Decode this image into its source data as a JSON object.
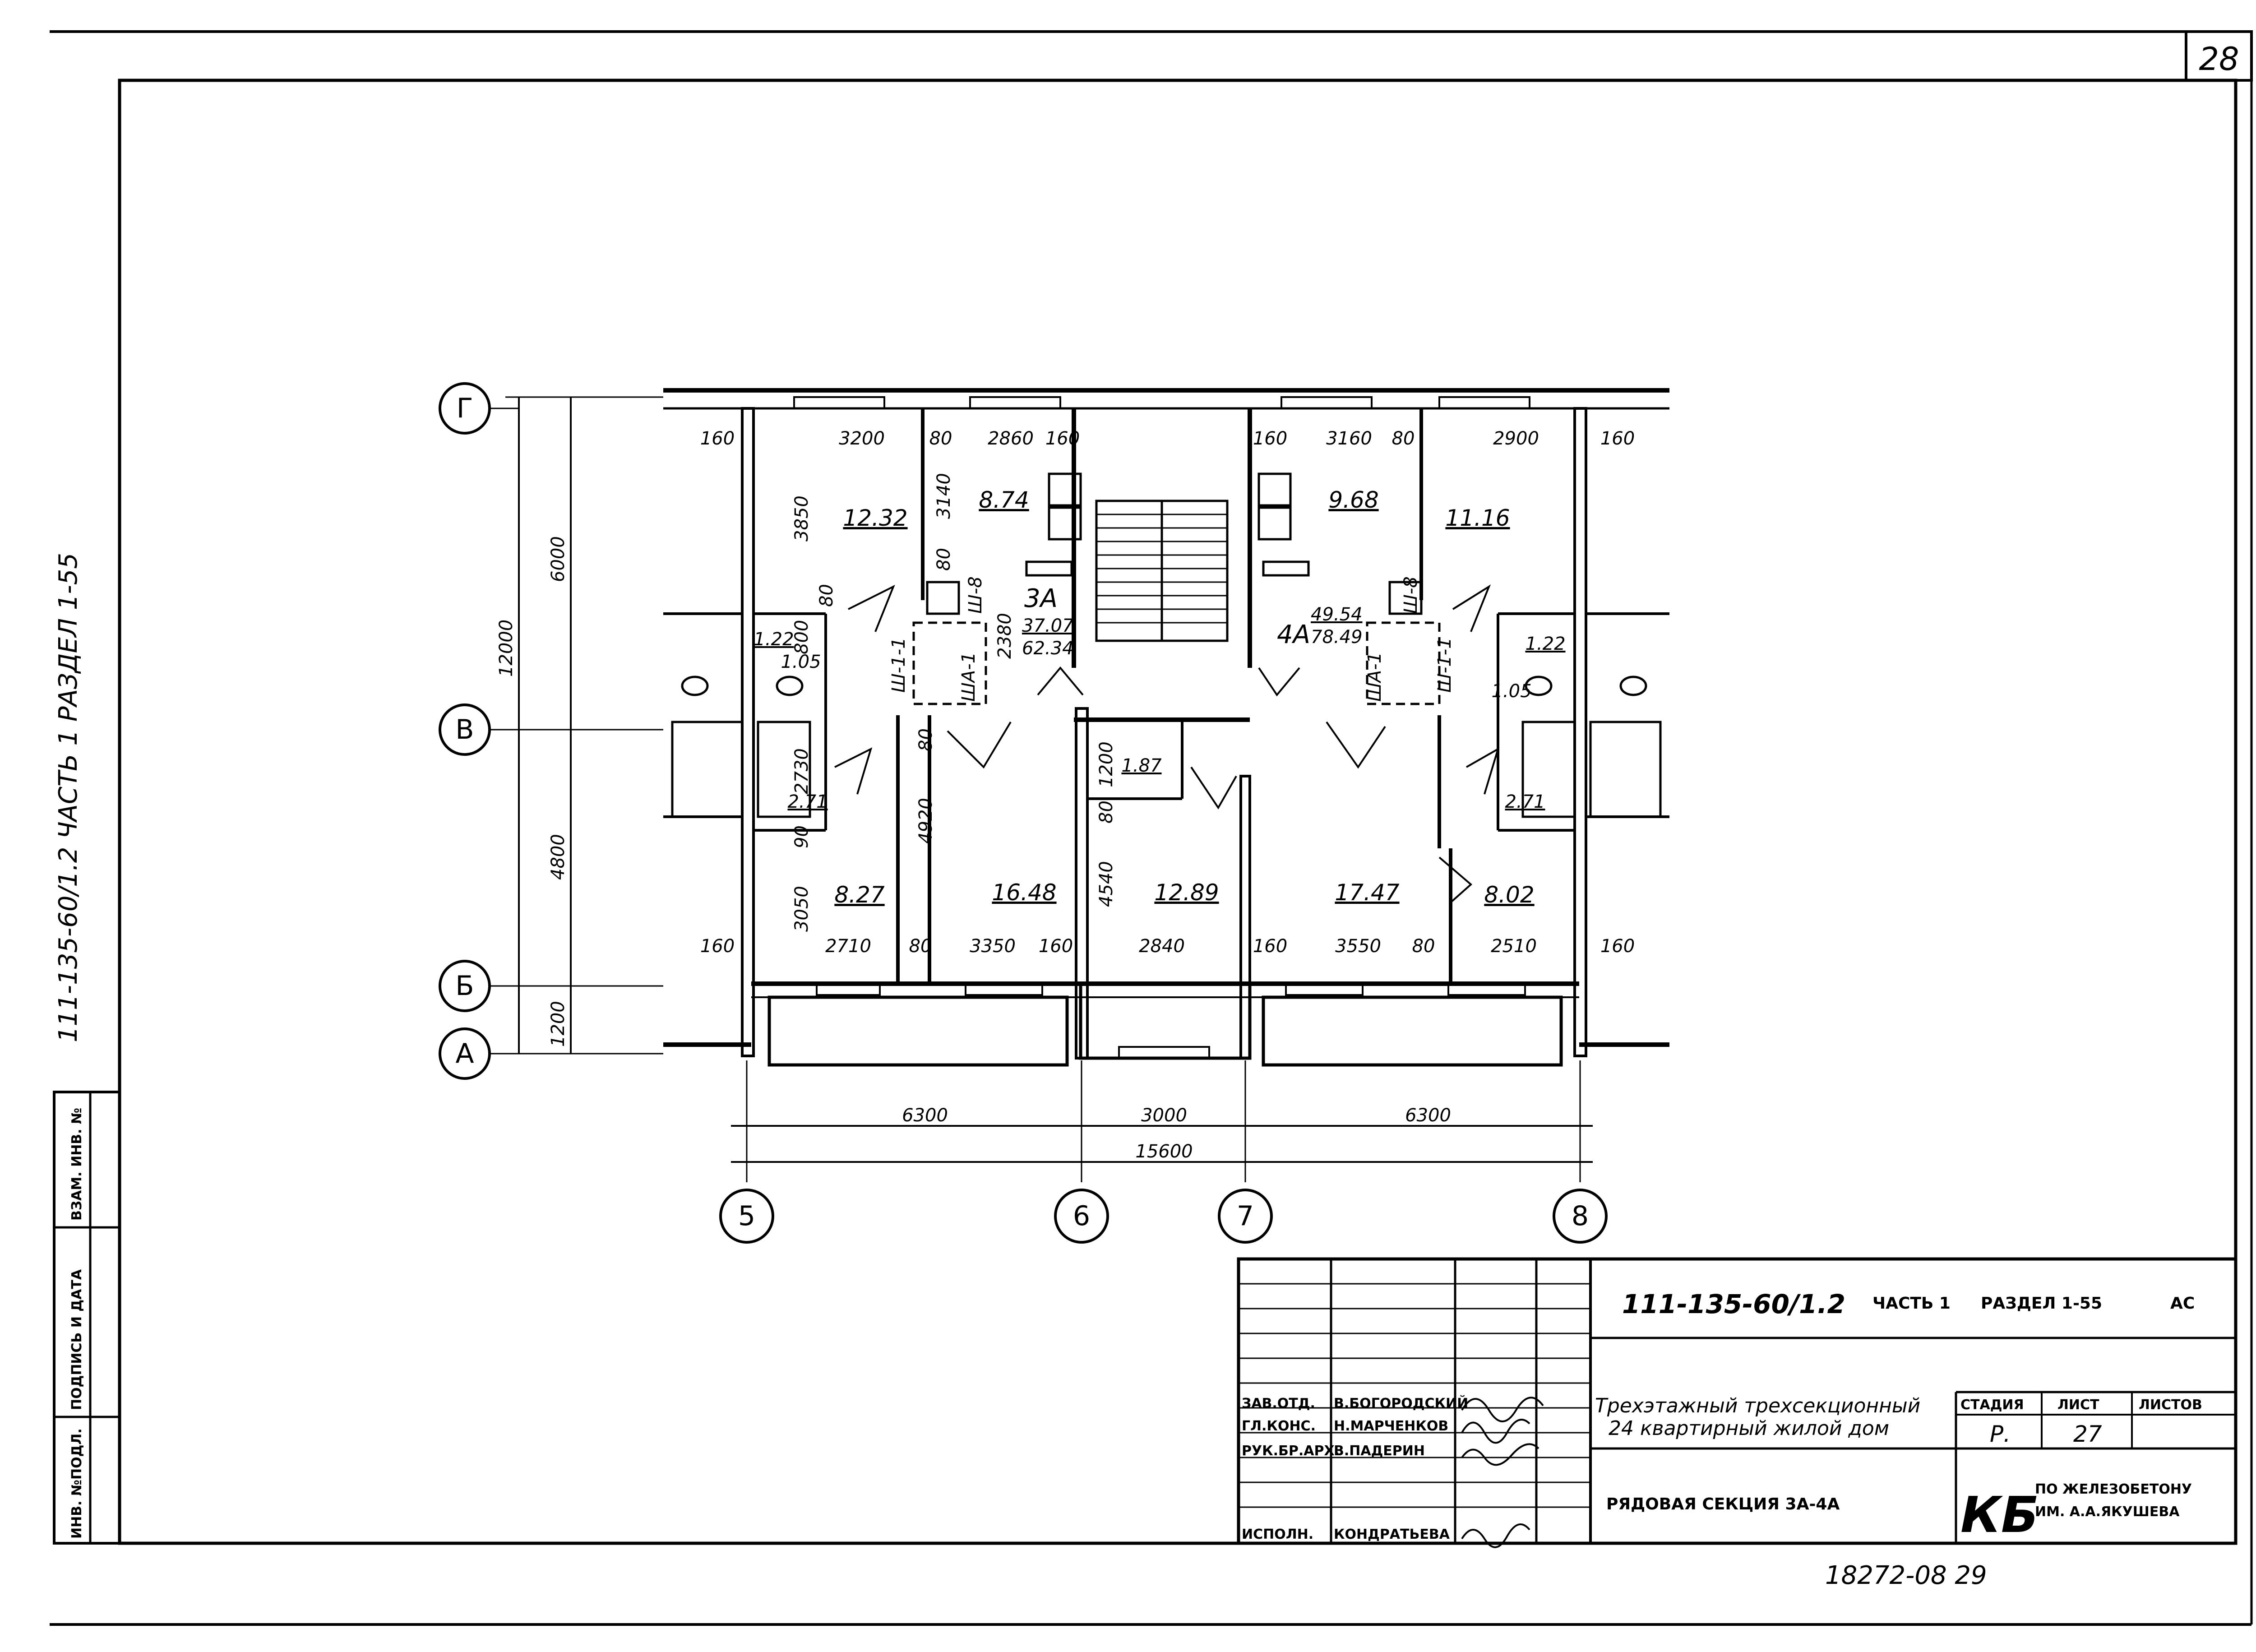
{
  "sheet": {
    "page_number": "28",
    "side_note": "111-135-60/1.2   ЧАСТЬ 1   РАЗДЕЛ 1-55",
    "bottom_ref": "18272-08  29",
    "left_stamp": [
      "ИНВ. №ПОДЛ.",
      "ПОДПИСЬ И ДАТА",
      "ВЗАМ. ИНВ. №"
    ]
  },
  "plan": {
    "axes_horizontal": [
      "Г",
      "В",
      "Б",
      "А"
    ],
    "axes_vertical": [
      "5",
      "6",
      "7",
      "8"
    ],
    "overall_dims": {
      "vertical_total": "12000",
      "vertical_parts": [
        "6000",
        "4800",
        "1200"
      ],
      "horizontal_total": "15600",
      "horizontal_parts": [
        "6300",
        "3000",
        "6300"
      ]
    },
    "top_dims": [
      "160",
      "3200",
      "80",
      "2860",
      "160",
      "160",
      "3160",
      "80",
      "2900",
      "160"
    ],
    "bottom_dims": [
      "160",
      "2710",
      "80",
      "3350",
      "160",
      "2840",
      "160",
      "3550",
      "80",
      "2510",
      "160"
    ],
    "room_areas": [
      "12.32",
      "8.74",
      "9.68",
      "11.16",
      "1.22",
      "1.22",
      "1.05",
      "1.05",
      "2.71",
      "2.71",
      "1.87",
      "8.27",
      "16.48",
      "12.89",
      "17.47",
      "8.02"
    ],
    "interior_dims": [
      "3850",
      "3140",
      "80",
      "80",
      "800",
      "2380",
      "2730",
      "90",
      "3050",
      "4920",
      "80",
      "1200",
      "80",
      "4540"
    ],
    "apartments": [
      {
        "label": "3А",
        "living": "37.07",
        "total": "62.34"
      },
      {
        "label": "4А",
        "living": "49.54",
        "total": "78.49"
      }
    ],
    "duct_labels": [
      "Ш-1-1",
      "ША-1",
      "Ш-8",
      "ША-1",
      "Ш-1-1",
      "Ш-8"
    ]
  },
  "title_block": {
    "code": "111-135-60/1.2",
    "part": "ЧАСТЬ 1",
    "section": "РАЗДЕЛ 1-55",
    "mark": "АС",
    "building_title_line1": "Трехэтажный трехсекционный",
    "building_title_line2": "24 квартирный жилой дом",
    "sheet_title": "РЯДОВАЯ СЕКЦИЯ 3А-4А",
    "headers": {
      "stage": "СТАДИЯ",
      "sheet": "ЛИСТ",
      "sheets": "ЛИСТОВ"
    },
    "stage": "Р.",
    "sheet_no": "27",
    "sheets_count": "",
    "org_logo": "КБ",
    "org_line1": "ПО ЖЕЛЕЗОБЕТОНУ",
    "org_line2": "ИМ. А.А.ЯКУШЕВА",
    "staff": [
      {
        "role": "ЗАВ.ОТД.",
        "name": "В.БОГОРОДСКИЙ"
      },
      {
        "role": "ГЛ.КОНС.",
        "name": "Н.МАРЧЕНКОВ"
      },
      {
        "role": "РУК.БР.АРХ.",
        "name": "В.ПАДЕРИН"
      },
      {
        "role": "ИСПОЛН.",
        "name": "КОНДРАТЬЕВА"
      }
    ]
  }
}
